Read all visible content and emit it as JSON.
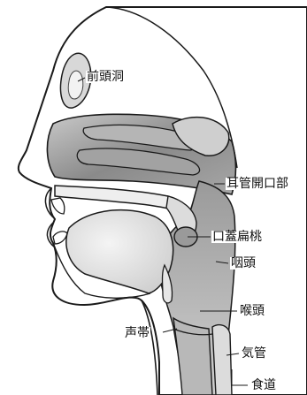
{
  "labels": {
    "frontal_sinus": "前頭洞",
    "eustachian_opening": "耳管開口部",
    "palatine_tonsil": "口蓋扁桃",
    "pharynx": "咽頭",
    "larynx": "喉頭",
    "vocal_cords": "声帯",
    "trachea": "気管",
    "esophagus": "食道"
  },
  "colors": {
    "outline": "#1a1a1a",
    "airway_dark": "#8a8a8a",
    "airway_mid": "#a7a7a7",
    "airway_light": "#c9c9c9",
    "skin": "#ffffff",
    "bone_shade": "#eeeeee"
  }
}
